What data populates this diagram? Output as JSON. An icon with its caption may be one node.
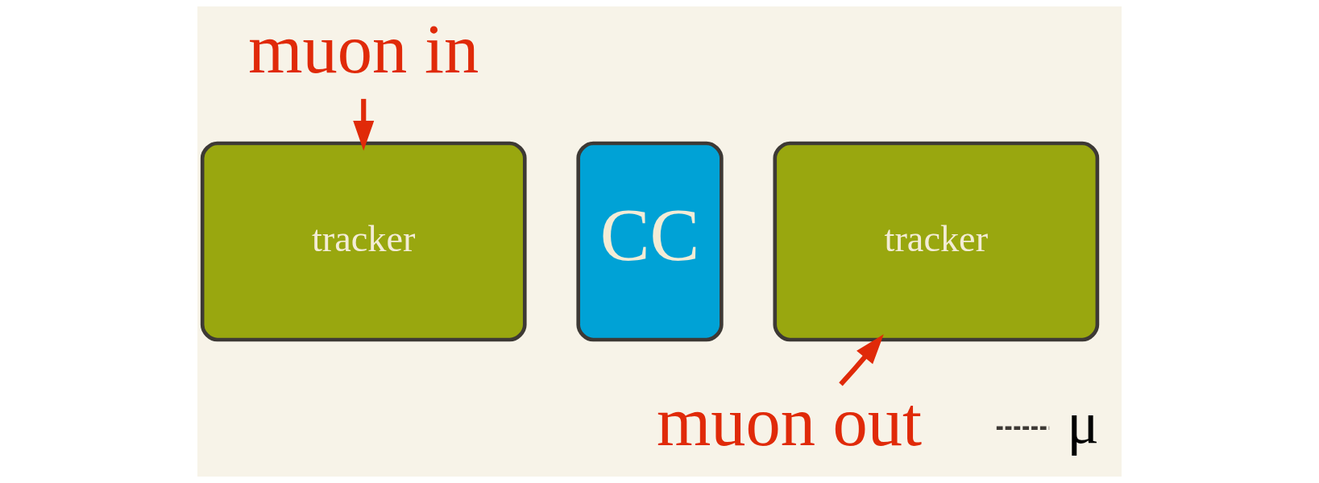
{
  "diagram": {
    "nodes": [
      {
        "text": [
          "tracker"
        ]
      },
      {
        "text": [
          "CC"
        ]
      },
      {
        "text": [
          "tracker"
        ]
      },
      {
        "text": [
          "muon in"
        ]
      },
      {
        "text": [
          "muon out"
        ]
      },
      {
        "text": [
          "μ"
        ]
      }
    ],
    "edges": [
      {
        "from": 3,
        "to": 0,
        "arrow": "to"
      },
      {
        "from": 4,
        "to": 2,
        "arrow": "to"
      },
      {
        "from": null,
        "to": 5,
        "arrow": "none",
        "style": "dashed",
        "color": "#3d3935"
      }
    ]
  }
}
